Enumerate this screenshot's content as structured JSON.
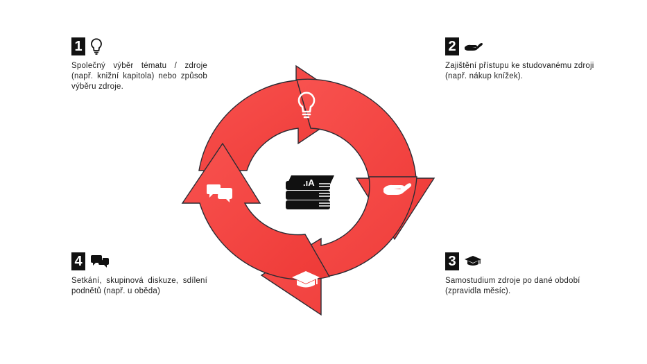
{
  "steps": [
    {
      "number": "1",
      "icon": "lightbulb-icon",
      "text": "Společný výběr tématu / zdroje (např. knižní kapitola) nebo způsob výběru zdroje."
    },
    {
      "number": "2",
      "icon": "hand-icon",
      "text": "Zajištění přístupu ke studovanému zdroji (např. nákup knížek)."
    },
    {
      "number": "3",
      "icon": "graduation-cap-icon",
      "text": "Samostudium zdroje po dané období (zpravidla měsíc)."
    },
    {
      "number": "4",
      "icon": "chat-bubbles-icon",
      "text": "Setkání, skupinová diskuze, sdílení podnětů (např. u oběda)"
    }
  ],
  "center_icon": "books-stack-icon",
  "colors": {
    "accent": "#F5423F",
    "arrow_outline": "#2B2B33",
    "number_bg": "#111111"
  }
}
